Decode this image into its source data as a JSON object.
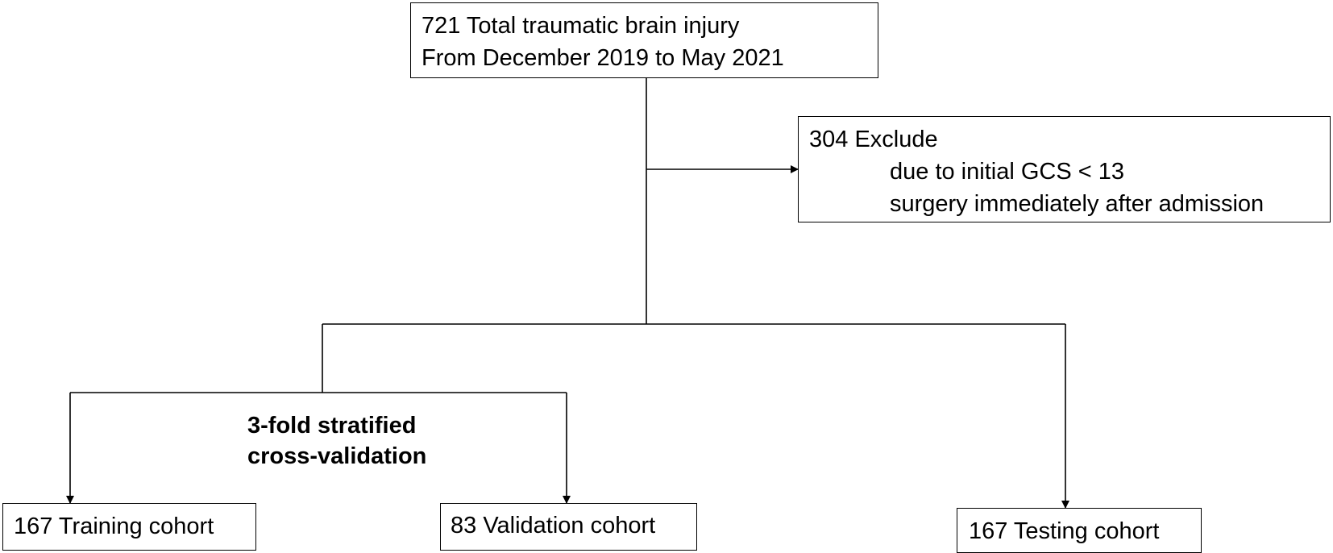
{
  "flowchart": {
    "total_box": {
      "line1": "721 Total traumatic brain injury",
      "line2": "From December 2019 to May 2021"
    },
    "exclude_box": {
      "line1": "304 Exclude",
      "line2": "due to initial GCS < 13",
      "line3": "surgery immediately after admission"
    },
    "cross_validation_label": {
      "line1": "3-fold stratified",
      "line2": "cross-validation"
    },
    "training_box": "167 Training cohort",
    "validation_box": "83 Validation cohort",
    "testing_box": "167 Testing cohort"
  }
}
